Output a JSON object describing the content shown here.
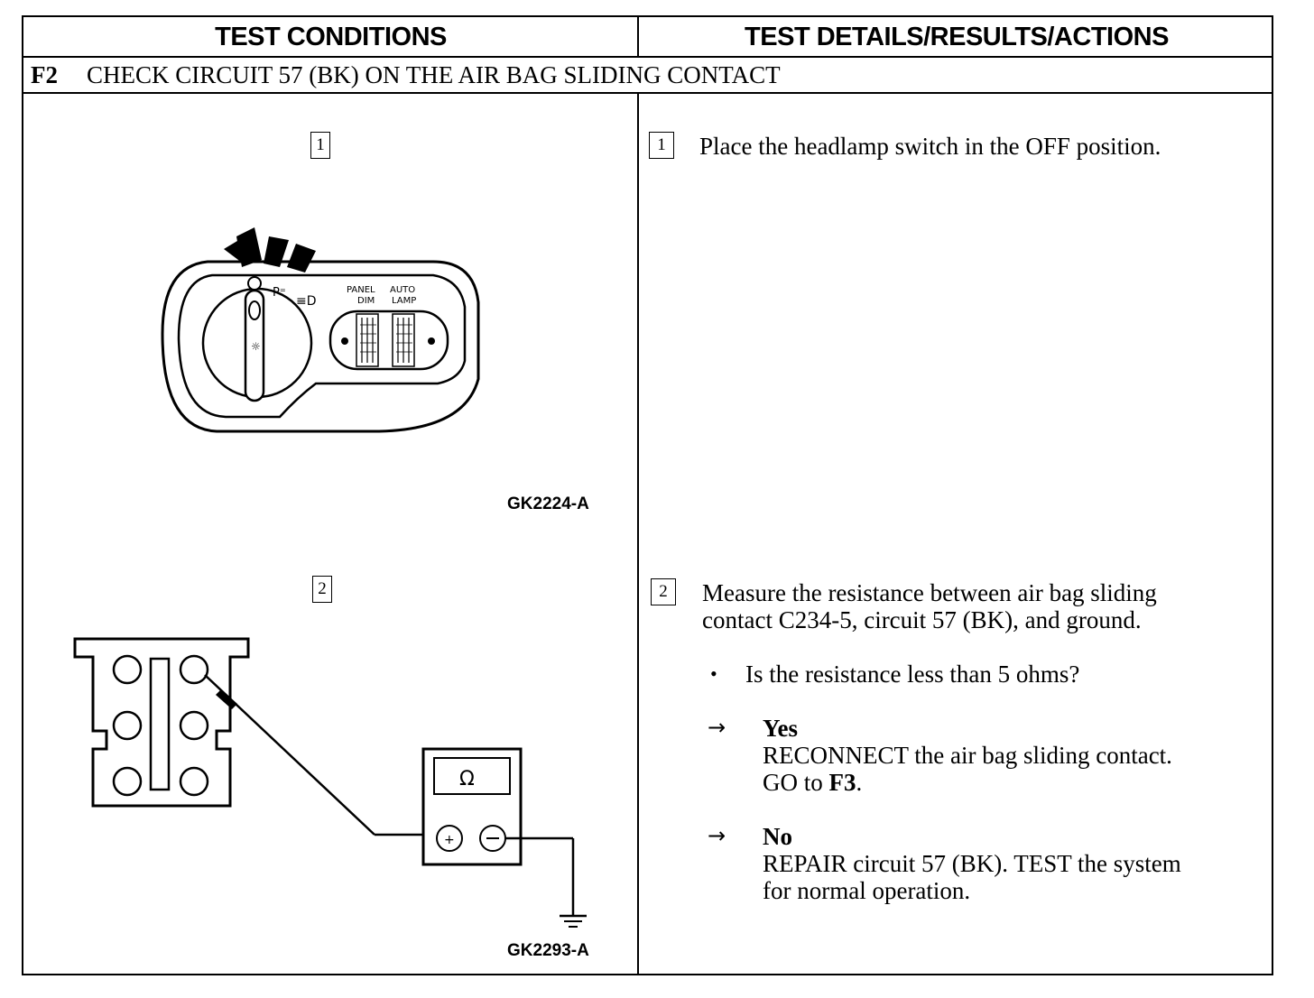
{
  "header": {
    "left": "TEST CONDITIONS",
    "right": "TEST DETAILS/RESULTS/ACTIONS"
  },
  "step": {
    "code": "F2",
    "title": "CHECK CIRCUIT 57 (BK) ON THE AIR BAG SLIDING CONTACT"
  },
  "sub1": {
    "number": "1",
    "figure_id": "GK2224-A",
    "panel_label": "PANEL",
    "dim_label": "DIM",
    "auto_label": "AUTO",
    "lamp_label": "LAMP",
    "instruction": "Place the headlamp switch in the OFF position."
  },
  "sub2": {
    "number": "2",
    "figure_id": "GK2293-A",
    "meter_symbol": "Ω",
    "instruction_line1": "Measure the resistance between air bag sliding",
    "instruction_line2": "contact C234-5, circuit 57 (BK), and ground.",
    "bullet": "•",
    "question": "Is the resistance less than 5 ohms?",
    "arrow": "→",
    "yes_label": "Yes",
    "yes_line1": "RECONNECT the air bag sliding contact.",
    "yes_go_prefix": "GO to ",
    "yes_go_target": "F3",
    "yes_go_suffix": ".",
    "no_label": "No",
    "no_line1": "REPAIR circuit 57 (BK). TEST the system",
    "no_line2": "for normal operation."
  }
}
